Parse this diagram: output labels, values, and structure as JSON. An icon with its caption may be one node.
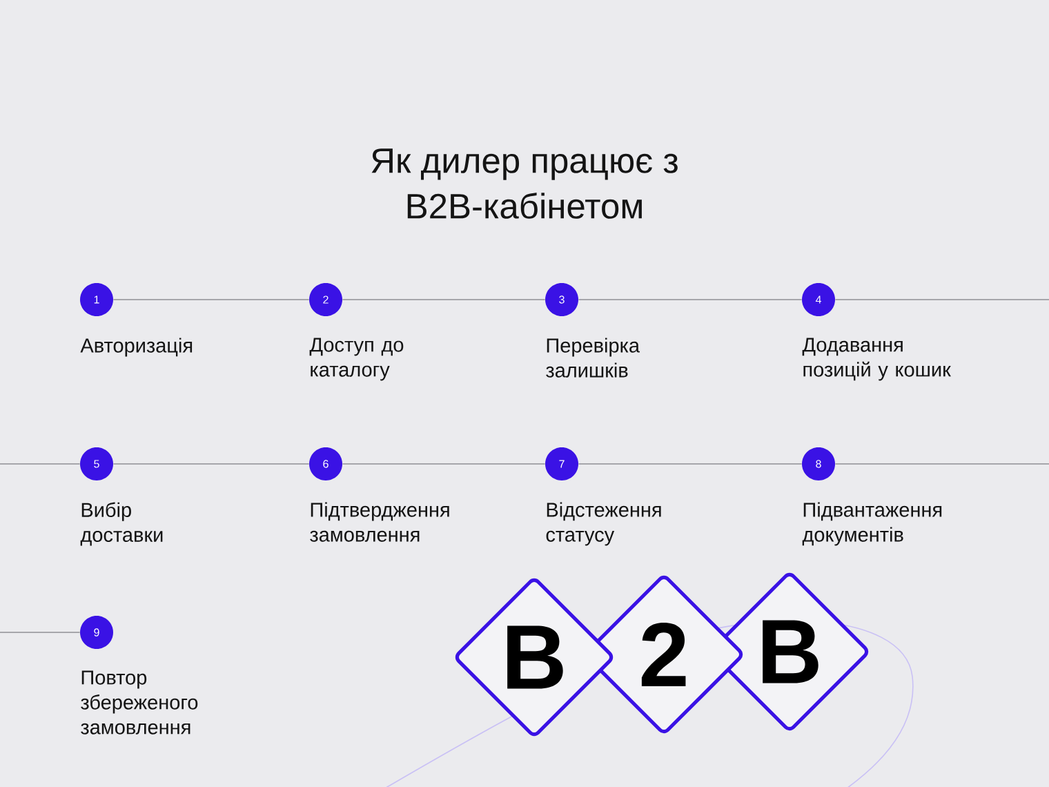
{
  "diagram": {
    "title": "Як дилер працює з B2B-кабінетом",
    "nodes": [
      {
        "text": [
          "1"
        ],
        "beside": [
          "Авторизація"
        ]
      },
      {
        "text": [
          "2"
        ],
        "beside": [
          "Доступ до каталогу"
        ]
      },
      {
        "text": [
          "3"
        ],
        "beside": [
          "Перевірка залишків"
        ]
      },
      {
        "text": [
          "4"
        ],
        "beside": [
          "Додавання позицій у кошик"
        ]
      },
      {
        "text": [
          "5"
        ],
        "beside": [
          "Вибір доставки"
        ]
      },
      {
        "text": [
          "6"
        ],
        "beside": [
          "Підтвердження замовлення"
        ]
      },
      {
        "text": [
          "7"
        ],
        "beside": [
          "Відстеження статусу"
        ]
      },
      {
        "text": [
          "8"
        ],
        "beside": [
          "Підвантаження документів"
        ]
      },
      {
        "text": [
          "9"
        ],
        "beside": [
          "Повтор збереженого замовлення"
        ]
      },
      {
        "text": [
          "B"
        ]
      },
      {
        "text": [
          "2"
        ]
      },
      {
        "text": [
          "B"
        ]
      }
    ],
    "edges": [
      {
        "from": 0,
        "to": 1,
        "arrow": "none"
      },
      {
        "from": 1,
        "to": 2,
        "arrow": "none"
      },
      {
        "from": 2,
        "to": 3,
        "arrow": "none"
      },
      {
        "from": 3,
        "to": null,
        "arrow": "none"
      },
      {
        "from": null,
        "to": 4,
        "arrow": "none"
      },
      {
        "from": 4,
        "to": 5,
        "arrow": "none"
      },
      {
        "from": 5,
        "to": 6,
        "arrow": "none"
      },
      {
        "from": 6,
        "to": 7,
        "arrow": "none"
      },
      {
        "from": 7,
        "to": null,
        "arrow": "none"
      },
      {
        "from": null,
        "to": 8,
        "arrow": "none"
      }
    ]
  }
}
